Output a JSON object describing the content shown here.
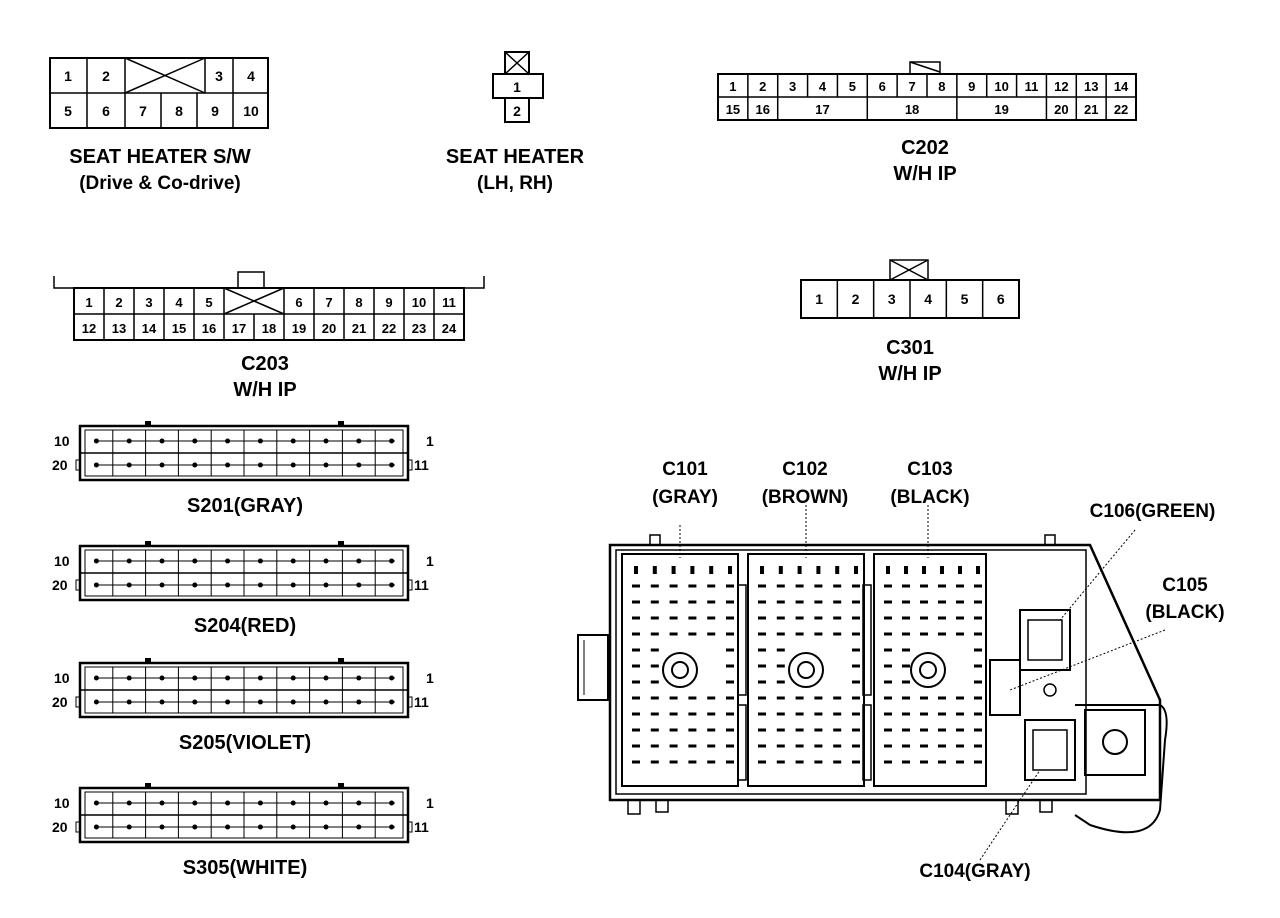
{
  "seat_heater_sw": {
    "title": "SEAT HEATER   S/W",
    "subtitle": "(Drive & Co-drive)",
    "top_pins": [
      "1",
      "2",
      "3",
      "4"
    ],
    "bottom_pins": [
      "5",
      "6",
      "7",
      "8",
      "9",
      "10"
    ]
  },
  "seat_heater": {
    "title": "SEAT HEATER",
    "subtitle": "(LH, RH)",
    "pins": [
      "1",
      "2"
    ]
  },
  "c202": {
    "title": "C202",
    "subtitle": "W/H IP",
    "top_pins": [
      "1",
      "2",
      "3",
      "4",
      "5",
      "6",
      "7",
      "8",
      "9",
      "10",
      "11",
      "12",
      "13",
      "14"
    ],
    "bottom_pins": [
      "15",
      "16",
      "17",
      "18",
      "19",
      "20",
      "21",
      "22"
    ]
  },
  "c203": {
    "title": "C203",
    "subtitle": "W/H IP",
    "top_pins": [
      "1",
      "2",
      "3",
      "4",
      "5",
      "6",
      "7",
      "8",
      "9",
      "10",
      "11"
    ],
    "bottom_pins": [
      "12",
      "13",
      "14",
      "15",
      "16",
      "17",
      "18",
      "19",
      "20",
      "21",
      "22",
      "23",
      "24"
    ]
  },
  "c301": {
    "title": "C301",
    "subtitle": "W/H IP",
    "pins": [
      "1",
      "2",
      "3",
      "4",
      "5",
      "6"
    ]
  },
  "splices": [
    {
      "label": "S201(GRAY)",
      "left_top": "10",
      "left_bottom": "20",
      "right_top": "1",
      "right_bottom": "11"
    },
    {
      "label": "S204(RED)",
      "left_top": "10",
      "left_bottom": "20",
      "right_top": "1",
      "right_bottom": "11"
    },
    {
      "label": "S205(VIOLET)",
      "left_top": "10",
      "left_bottom": "20",
      "right_top": "1",
      "right_bottom": "11"
    },
    {
      "label": "S305(WHITE)",
      "left_top": "10",
      "left_bottom": "20",
      "right_top": "1",
      "right_bottom": "11"
    }
  ],
  "fuse_box": {
    "c101_a": "C101",
    "c101_b": "(GRAY)",
    "c102_a": "C102",
    "c102_b": "(BROWN)",
    "c103_a": "C103",
    "c103_b": "(BLACK)",
    "c106": "C106(GREEN)",
    "c105_a": "C105",
    "c105_b": "(BLACK)",
    "c104": "C104(GRAY)"
  }
}
